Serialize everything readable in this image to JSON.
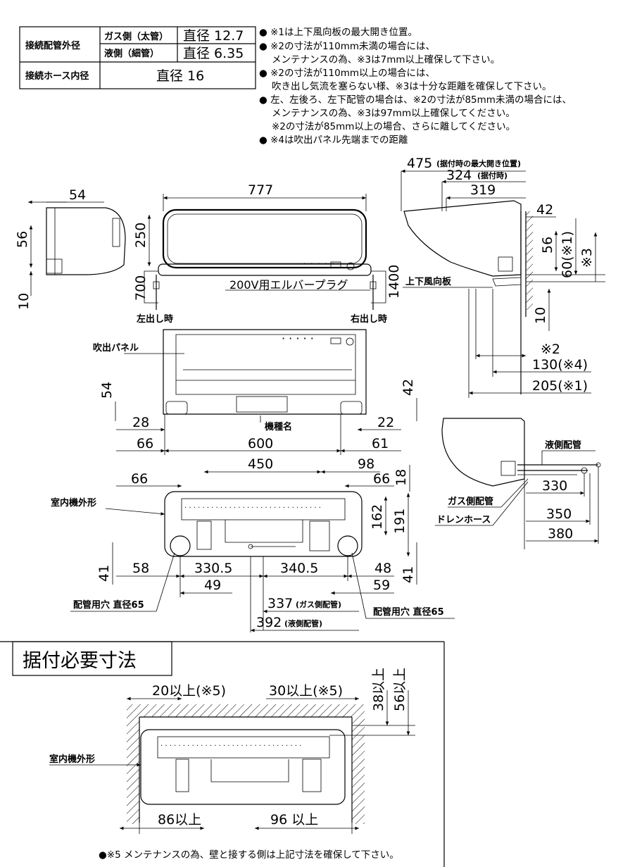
{
  "spec_table": {
    "pipe_label": "接続配管外径",
    "gas_label": "ガス側（太管）",
    "gas_value": "直径 12.7",
    "liquid_label": "液側（細管）",
    "liquid_value": "直径 6.35",
    "hose_label": "接続ホース内径",
    "hose_value": "直径 16"
  },
  "notes": {
    "n1": "● ※1は上下風向板の最大開き位置。",
    "n2a": "● ※2の寸法が110mm未満の場合には、",
    "n2b": "メンテナンスの為、※3は7mm以上確保して下さい。",
    "n3a": "● ※2の寸法が110mm以上の場合には、",
    "n3b": "吹き出し気流を塞らない様、※3は十分な距離を確保して下さい。",
    "n4a": "● 左、左後ろ、左下配管の場合は、※2の寸法が85mm未満の場合には、",
    "n4b": "メンテナンスの為、※3は97mm以上確保してください。",
    "n4c": "※2の寸法が85mm以上の場合、さらに離してください。",
    "n5": "● ※4は吹出パネル先端までの距離"
  },
  "front_view": {
    "width": "777",
    "height": "250",
    "left_h": "700",
    "right_h": "1400",
    "plug": "200V用エルバープラグ",
    "left_out": "左出し時",
    "right_out": "右出し時"
  },
  "left_view": {
    "depth": "54",
    "d56": "56",
    "d10": "10"
  },
  "side_view": {
    "d475": "475",
    "d475_note": "(据付時の最大開き位置)",
    "d324": "324",
    "d324_note": "(据付時)",
    "d319": "319",
    "d42": "42",
    "d56": "56",
    "d60": "60(※1)",
    "s3": "※3",
    "louver": "上下風向板",
    "d10": "10",
    "s2": "※2",
    "d130": "130(※4)",
    "d205": "205(※1)"
  },
  "bottom_view": {
    "panel": "吹出パネル",
    "d54": "54",
    "d42": "42",
    "d28": "28",
    "d22": "22",
    "d66": "66",
    "d600": "600",
    "d61": "61",
    "model": "機種名"
  },
  "rear_view": {
    "outline": "室内機外形",
    "d450": "450",
    "d98": "98",
    "d66a": "66",
    "d66b": "66",
    "d18": "18",
    "d162": "162",
    "d191": "191",
    "d41a": "41",
    "d41b": "41",
    "d58": "58",
    "d330": "330.5",
    "d340": "340.5",
    "d48": "48",
    "d49": "49",
    "d59": "59",
    "hole_l": "配管用穴 直径65",
    "hole_r": "配管用穴 直径65",
    "d337": "337",
    "d337_note": "(ガス側配管)",
    "d392": "392",
    "d392_note": "(液側配管)"
  },
  "pipe_view": {
    "liquid": "液側配管",
    "gas": "ガス側配管",
    "drain": "ドレンホース",
    "d330": "330",
    "d350": "350",
    "d380": "380"
  },
  "install": {
    "title": "据付必要寸法",
    "d20": "20以上(※5)",
    "d30": "30以上(※5)",
    "d38": "38以上",
    "d56": "56以上",
    "outline": "室内機外形",
    "d86": "86以上",
    "d96": "96 以上",
    "footer": "●※5 メンテナンスの為、壁と接する側は上記寸法を確保して下さい。"
  }
}
